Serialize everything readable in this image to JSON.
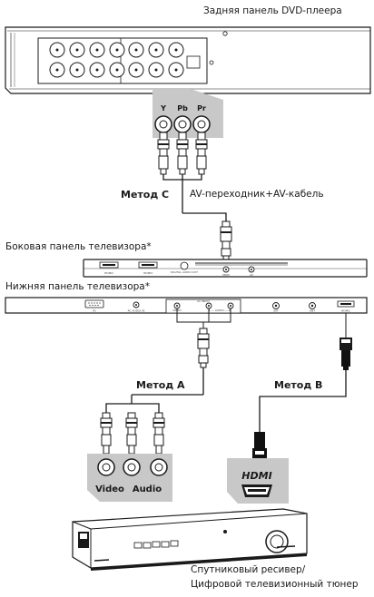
{
  "labels": {
    "dvd_rear_panel": "Задняя панель DVD-плеера",
    "tv_side_panel": "Боковая панель телевизора*",
    "tv_bottom_panel": "Нижняя панель телевизора*",
    "method_a": "Метод A",
    "method_b": "Метод B",
    "method_c": "Метод C",
    "av_adapter_cable": "AV-переходник+AV-кабель",
    "receiver_line1": "Спутниковый ресивер/",
    "receiver_line2": "Цифровой телевизионный тюнер"
  },
  "component_jacks": [
    "Y",
    "Pb",
    "Pr"
  ],
  "av_jacks": [
    "Video",
    "Audio"
  ],
  "hdmi_logo": "HDMI",
  "tv_side_ports": [
    "HDMI2",
    "HDMI3",
    "DIGITAL AUDIO OUT",
    "YPbPr",
    "AV"
  ],
  "tv_bottom_ports": {
    "pc": "PC",
    "pc_audio": "PC AUDIO IN",
    "av_input": "AV INPUT",
    "video": "VIDEO",
    "audio": "L — AUDIO — R",
    "sat": "SAT",
    "ant": "ANT",
    "hdmi1": "HDMI1"
  },
  "colors": {
    "line": "#1a1a1a",
    "panel_fill": "#ffffff",
    "highlight_gray": "#c8c8c8",
    "dark": "#111111"
  }
}
